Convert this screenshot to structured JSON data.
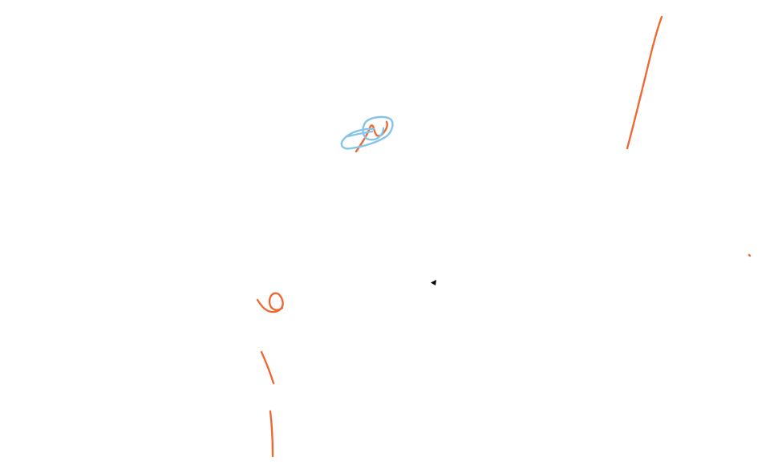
{
  "canvas": {
    "background_color": "#ffffff",
    "stroke_colors": {
      "orange": "#ee6a33",
      "blue": "#86c4ea"
    },
    "cursor_icon": "arrow-pointer-icon"
  },
  "strokes": [
    {
      "name": "stroke-scribble-orange",
      "color": "orange"
    },
    {
      "name": "stroke-scribble-blue",
      "color": "blue"
    },
    {
      "name": "stroke-line-top-right",
      "color": "orange"
    },
    {
      "name": "stroke-dot-right",
      "color": "orange"
    },
    {
      "name": "stroke-loop-bottom-left",
      "color": "orange"
    },
    {
      "name": "stroke-dash-bottom-left-1",
      "color": "orange"
    },
    {
      "name": "stroke-dash-bottom-left-2",
      "color": "orange"
    }
  ]
}
